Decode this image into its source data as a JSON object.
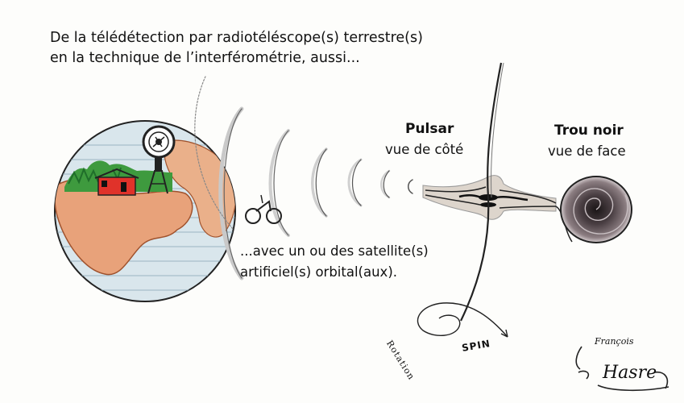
{
  "intro": {
    "line1": "De la télédétection par radiotéléscope(s) terrestre(s)",
    "line2": "en la technique de l’interférométrie, aussi..."
  },
  "pulsar": {
    "title": "Pulsar",
    "subtitle": "vue de côté"
  },
  "black_hole": {
    "title": "Trou noir",
    "subtitle": "vue de face"
  },
  "satellites": {
    "line1": "...avec un ou des satellite(s)",
    "line2": "artificiel(s) orbital(aux)."
  },
  "rotation_label": "Rotation",
  "spin_label": "SPIN",
  "signature": {
    "first": "François",
    "last": "Hasre"
  },
  "colors": {
    "ocean": "#cfe0e8",
    "land": "#e8a27a",
    "house": "#e0322a",
    "grass": "#3e9a3e",
    "hole": "#2f2a2c"
  }
}
